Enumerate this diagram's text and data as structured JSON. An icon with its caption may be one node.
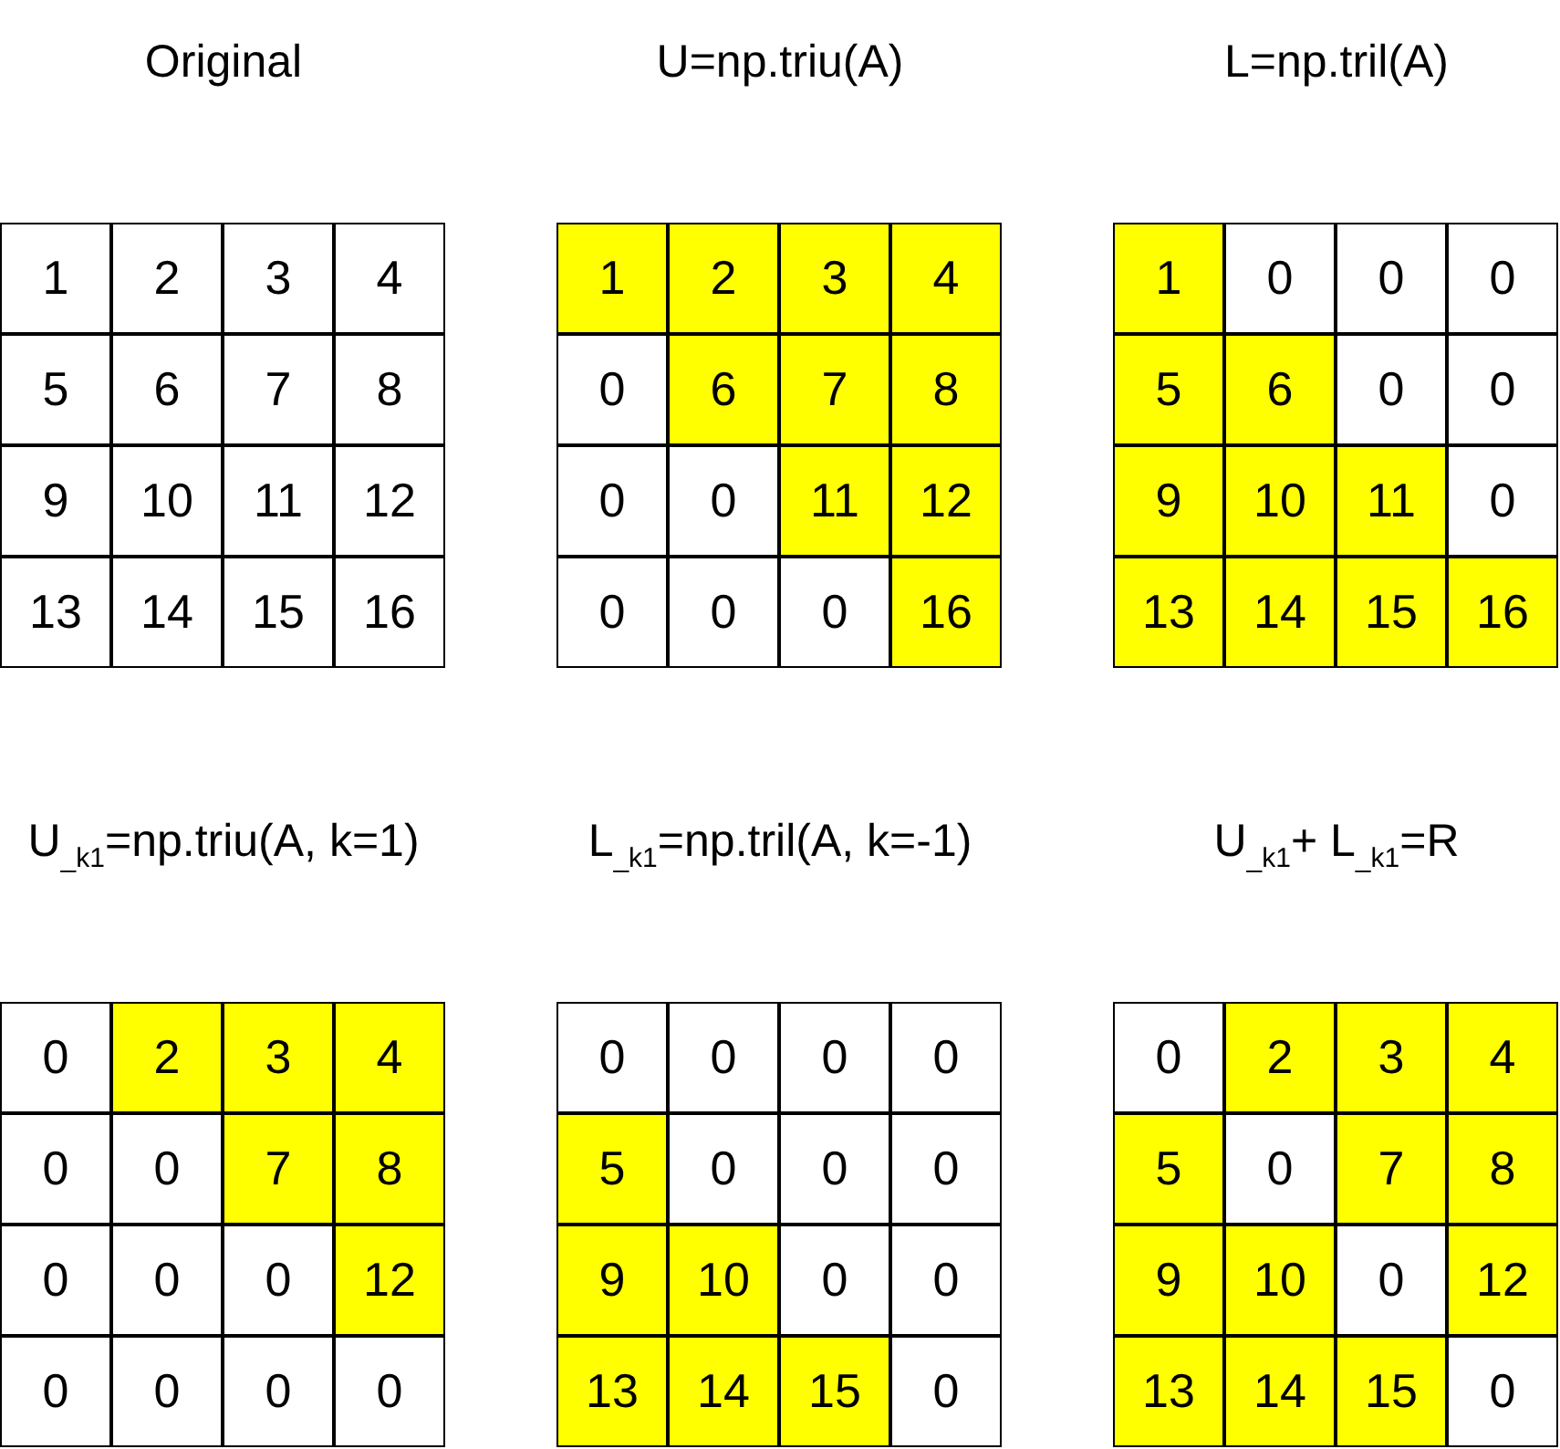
{
  "diagram": {
    "nodes": [
      {
        "text": [
          "Original"
        ]
      },
      {
        "text": [
          "U=np.triu(A)"
        ]
      },
      {
        "text": [
          "L=np.tril(A)"
        ]
      },
      {
        "text": [
          "U$_{_k1}$=np.triu(A, k=1)"
        ]
      },
      {
        "text": [
          "L$_{_k1}$=np.tril(A, k=-1)"
        ]
      },
      {
        "text": [
          "U$_{_k1}$+ L$_{_k1}$=R"
        ]
      }
    ],
    "labels": [
      "1",
      "2",
      "3",
      "4",
      "5",
      "6",
      "7",
      "8",
      "9",
      "10",
      "11",
      "12",
      "13",
      "14",
      "15",
      "16",
      "1",
      "2",
      "3",
      "4",
      "0",
      "6",
      "7",
      "8",
      "0",
      "0",
      "11",
      "12",
      "0",
      "0",
      "0",
      "16",
      "1",
      "0",
      "0",
      "0",
      "5",
      "6",
      "0",
      "0",
      "9",
      "10",
      "11",
      "0",
      "13",
      "14",
      "15",
      "16",
      "0",
      "2",
      "3",
      "4",
      "0",
      "0",
      "7",
      "8",
      "0",
      "0",
      "0",
      "12",
      "0",
      "0",
      "0",
      "0",
      "0",
      "0",
      "0",
      "0",
      "5",
      "0",
      "0",
      "0",
      "9",
      "10",
      "0",
      "0",
      "13",
      "14",
      "15",
      "0",
      "0",
      "2",
      "3",
      "4",
      "5",
      "0",
      "7",
      "8",
      "9",
      "10",
      "0",
      "12",
      "13",
      "14",
      "15",
      "0"
    ]
  }
}
